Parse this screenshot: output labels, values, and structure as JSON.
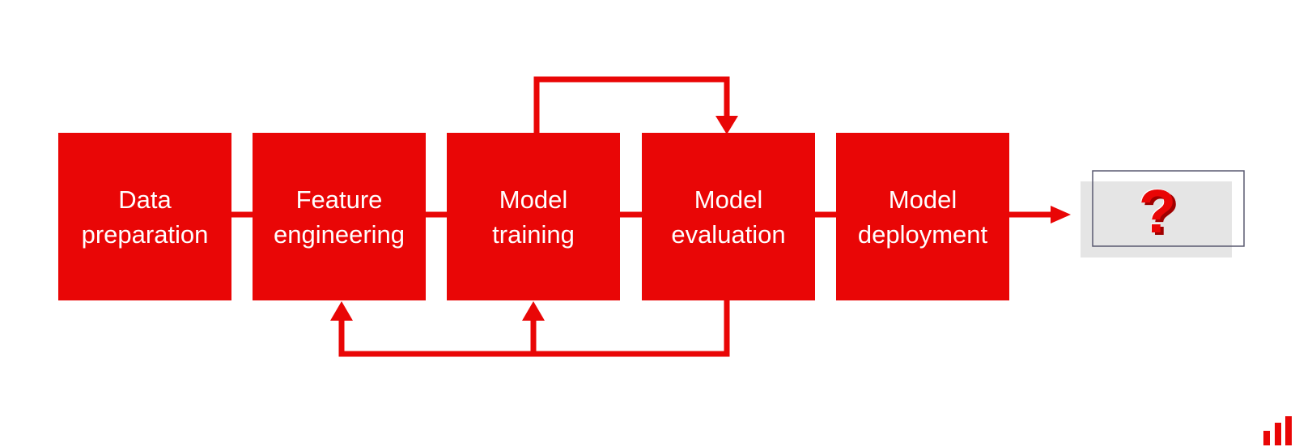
{
  "steps": [
    {
      "line1": "Data",
      "line2": "preparation"
    },
    {
      "line1": "Feature",
      "line2": "engineering"
    },
    {
      "line1": "Model",
      "line2": "training"
    },
    {
      "line1": "Model",
      "line2": "evaluation"
    },
    {
      "line1": "Model",
      "line2": "deployment"
    }
  ],
  "next_step": {
    "label": "?",
    "icon": "question-mark-icon"
  },
  "colors": {
    "accent": "#e90606",
    "placeholder_bg": "#e5e5e5"
  }
}
